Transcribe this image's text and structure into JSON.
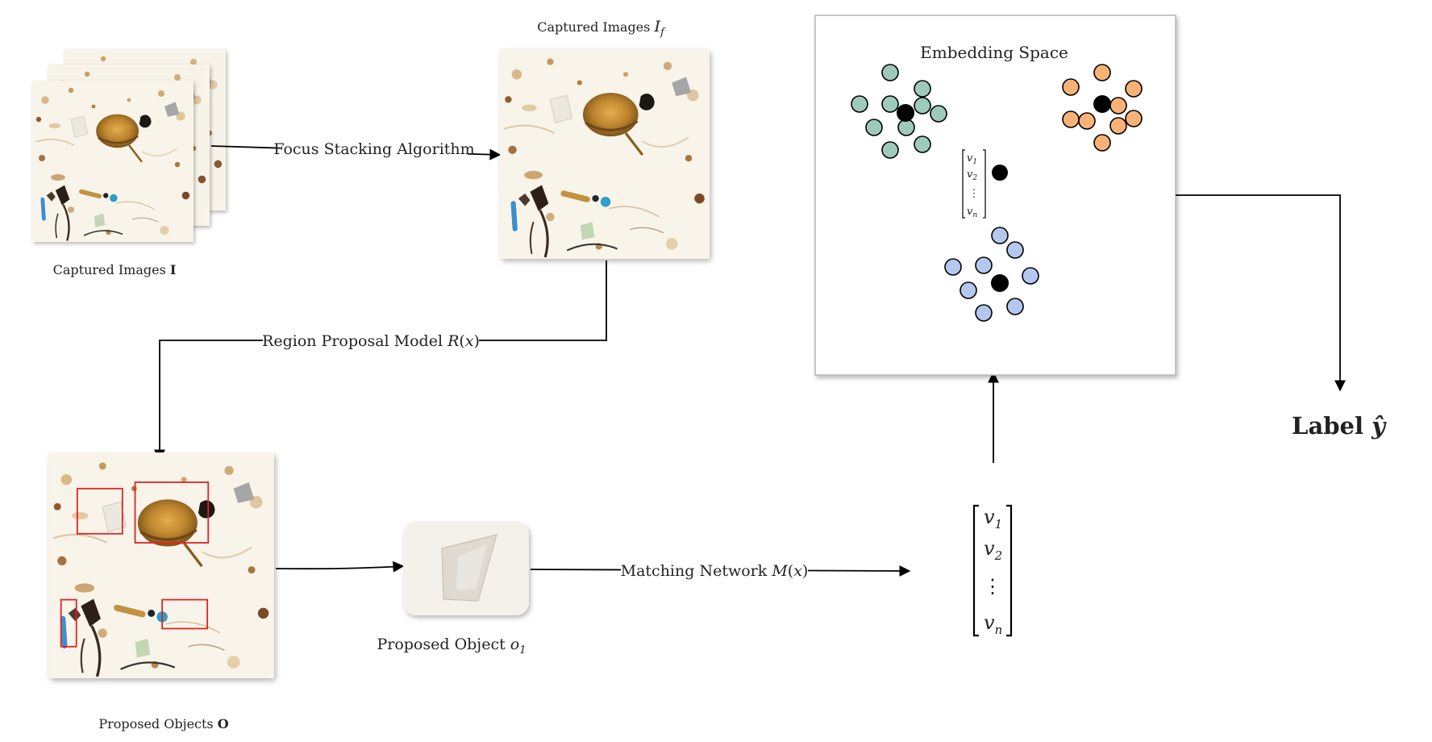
{
  "colors": {
    "teal": "#9ecabc",
    "orange": "#f9b275",
    "blue": "#b3c8ee",
    "centroid": "#000000",
    "proposal_box": "#e32222",
    "panel_border": "#b5b5b5"
  },
  "stack": {
    "caption": "Captured Images",
    "symbol": "I"
  },
  "focus": {
    "caption": "Captured Images",
    "symbol": "I",
    "subscript": "f"
  },
  "proposed": {
    "caption": "Proposed Objects",
    "symbol": "O"
  },
  "object": {
    "caption": "Proposed Object",
    "symbol": "o",
    "subscript": "1"
  },
  "arrows": {
    "focus_stacking": "Focus Stacking Algorithm",
    "region_proposal": "Region Proposal Model",
    "region_fn": "R",
    "matching": "Matching Network",
    "matching_fn": "M",
    "arg": "x"
  },
  "embedding": {
    "title": "Embedding Space"
  },
  "vector": {
    "symbol": "v",
    "sub1": "1",
    "sub2": "2",
    "subn": "n",
    "dots": "⋮"
  },
  "output": {
    "label": "Label",
    "symbol": "ŷ"
  }
}
